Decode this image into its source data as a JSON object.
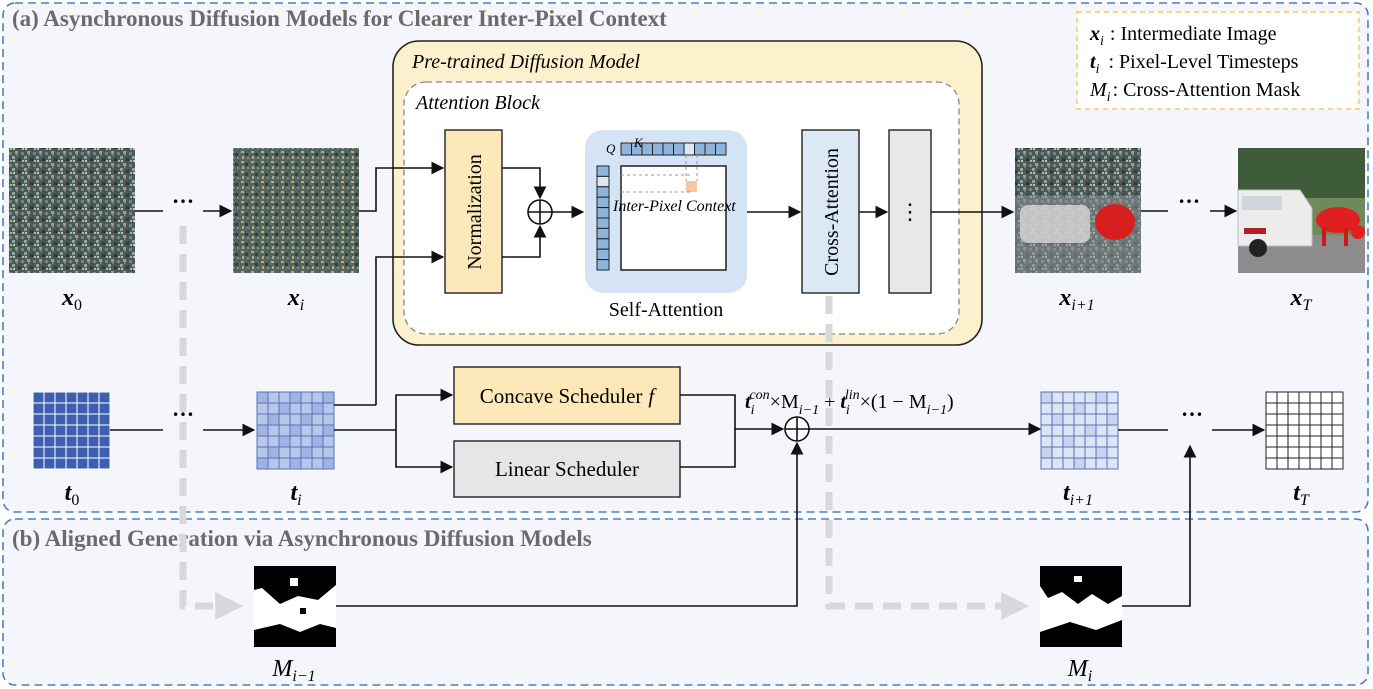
{
  "panel_a": {
    "title": "(a) Asynchronous Diffusion Models for Clearer Inter-Pixel Context"
  },
  "panel_b": {
    "title": "(b) Aligned Generation via Asynchronous Diffusion Models"
  },
  "legend": [
    {
      "symbol": "x",
      "sub": "i",
      "desc": ": Intermediate Image"
    },
    {
      "symbol": "t",
      "sub": "i",
      "desc": ": Pixel-Level Timesteps"
    },
    {
      "symbol": "M",
      "sub": "i",
      "desc": ": Cross-Attention Mask"
    }
  ],
  "model": {
    "outer_label": "Pre-trained Diffusion Model",
    "inner_label": "Attention Block",
    "normalization": "Normalization",
    "self_attention": "Self-Attention",
    "q": "Q",
    "k": "K",
    "context": "Inter-Pixel Context",
    "cross_attention": "Cross-Attention",
    "ellipsis": "⋮"
  },
  "images": {
    "x0": {
      "sym": "x",
      "sub": "0"
    },
    "xi": {
      "sym": "x",
      "sub": "i"
    },
    "xi1": {
      "sym": "x",
      "sub": "i+1"
    },
    "xT": {
      "sym": "x",
      "sub": "T"
    }
  },
  "grids": {
    "t0": {
      "sym": "t",
      "sub": "0"
    },
    "ti": {
      "sym": "t",
      "sub": "i"
    },
    "ti1": {
      "sym": "t",
      "sub": "i+1"
    },
    "tT": {
      "sym": "t",
      "sub": "T"
    }
  },
  "masks": {
    "m_prev": {
      "sym": "M",
      "sub": "i−1"
    },
    "m_i": {
      "sym": "M",
      "sub": "i"
    }
  },
  "schedulers": {
    "concave": "Concave Scheduler",
    "concave_f": "f",
    "linear": "Linear Scheduler"
  },
  "formula": {
    "t": "t",
    "sub_i": "i",
    "con": "con",
    "times_m": "×M",
    "m_sub": "i−1",
    "plus": " + ",
    "lin": "lin",
    "rest": "×(1 − M",
    "close": ")"
  },
  "ellipsis": "…",
  "colors": {
    "panel_border": "#4a7fc1",
    "panel_fill": "#f4f6fb",
    "model_fill": "#fdf0cc",
    "model_border": "#222222",
    "norm_fill": "#fce8b8",
    "selfattn_bg": "#d5e4f4",
    "qk_blue": "#8fb4dc",
    "crossattn_fill": "#dce8f4",
    "grey_box": "#e8e8e8",
    "concave_fill": "#fce8b8",
    "linear_fill": "#e6e6e6",
    "dark_blue": "#3e5fb0",
    "light_blue": "#b7c7ea",
    "legend_border": "#f5c96a",
    "dash_arrow": "#d8d8d8",
    "sheep_red": "#e02020"
  }
}
